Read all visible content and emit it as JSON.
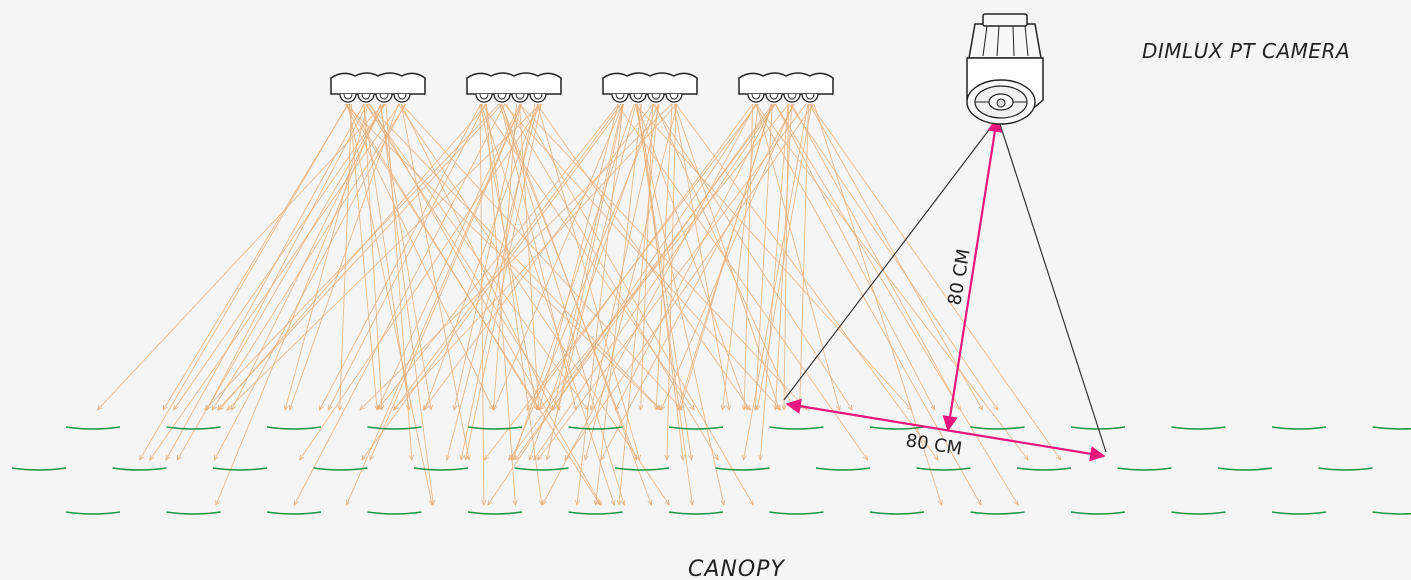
{
  "labels": {
    "camera": "DIMLUX PT CAMERA",
    "canopy": "CANOPY",
    "height_dimension": "80 CM",
    "width_dimension": "80 CM"
  },
  "lights": {
    "count": 4
  },
  "canopy": {
    "rows": 3
  },
  "colors": {
    "light_ray": "#eab07a",
    "canopy_leaf": "#1a9645",
    "dimension_arrow": "#e8177d",
    "camera_fov": "#333333",
    "fixture_outline": "#222222",
    "background": "#f5f5f5"
  }
}
